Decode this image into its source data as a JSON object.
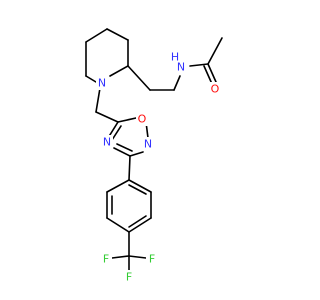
{
  "colors": {
    "bond": "#000000",
    "N": "#3333ff",
    "O": "#ff0d0d",
    "F": "#33cc33"
  },
  "atoms": {
    "n_pip": "N",
    "n_amide": "N",
    "h_amide": "H",
    "o_amide": "O",
    "o_ring": "O",
    "n_ring_top": "N",
    "n_ring_bottom": "N",
    "f_left": "F",
    "f_right": "F",
    "f_bottom": "F"
  }
}
